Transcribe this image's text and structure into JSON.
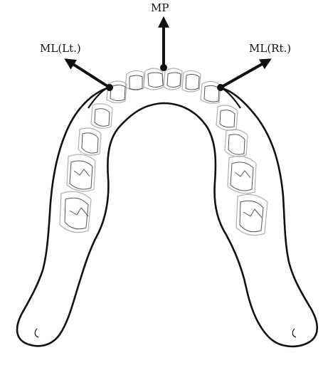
{
  "labels": {
    "mp": "MP",
    "ml_left": "ML(Lt.)",
    "ml_right": "ML(Rt.)"
  },
  "colors": {
    "outline": "#111111",
    "tooth_light": "#b8b8b8",
    "tooth_dark": "#555555",
    "background": "#ffffff"
  },
  "icons": [
    "midpoint-marker",
    "arrow"
  ]
}
